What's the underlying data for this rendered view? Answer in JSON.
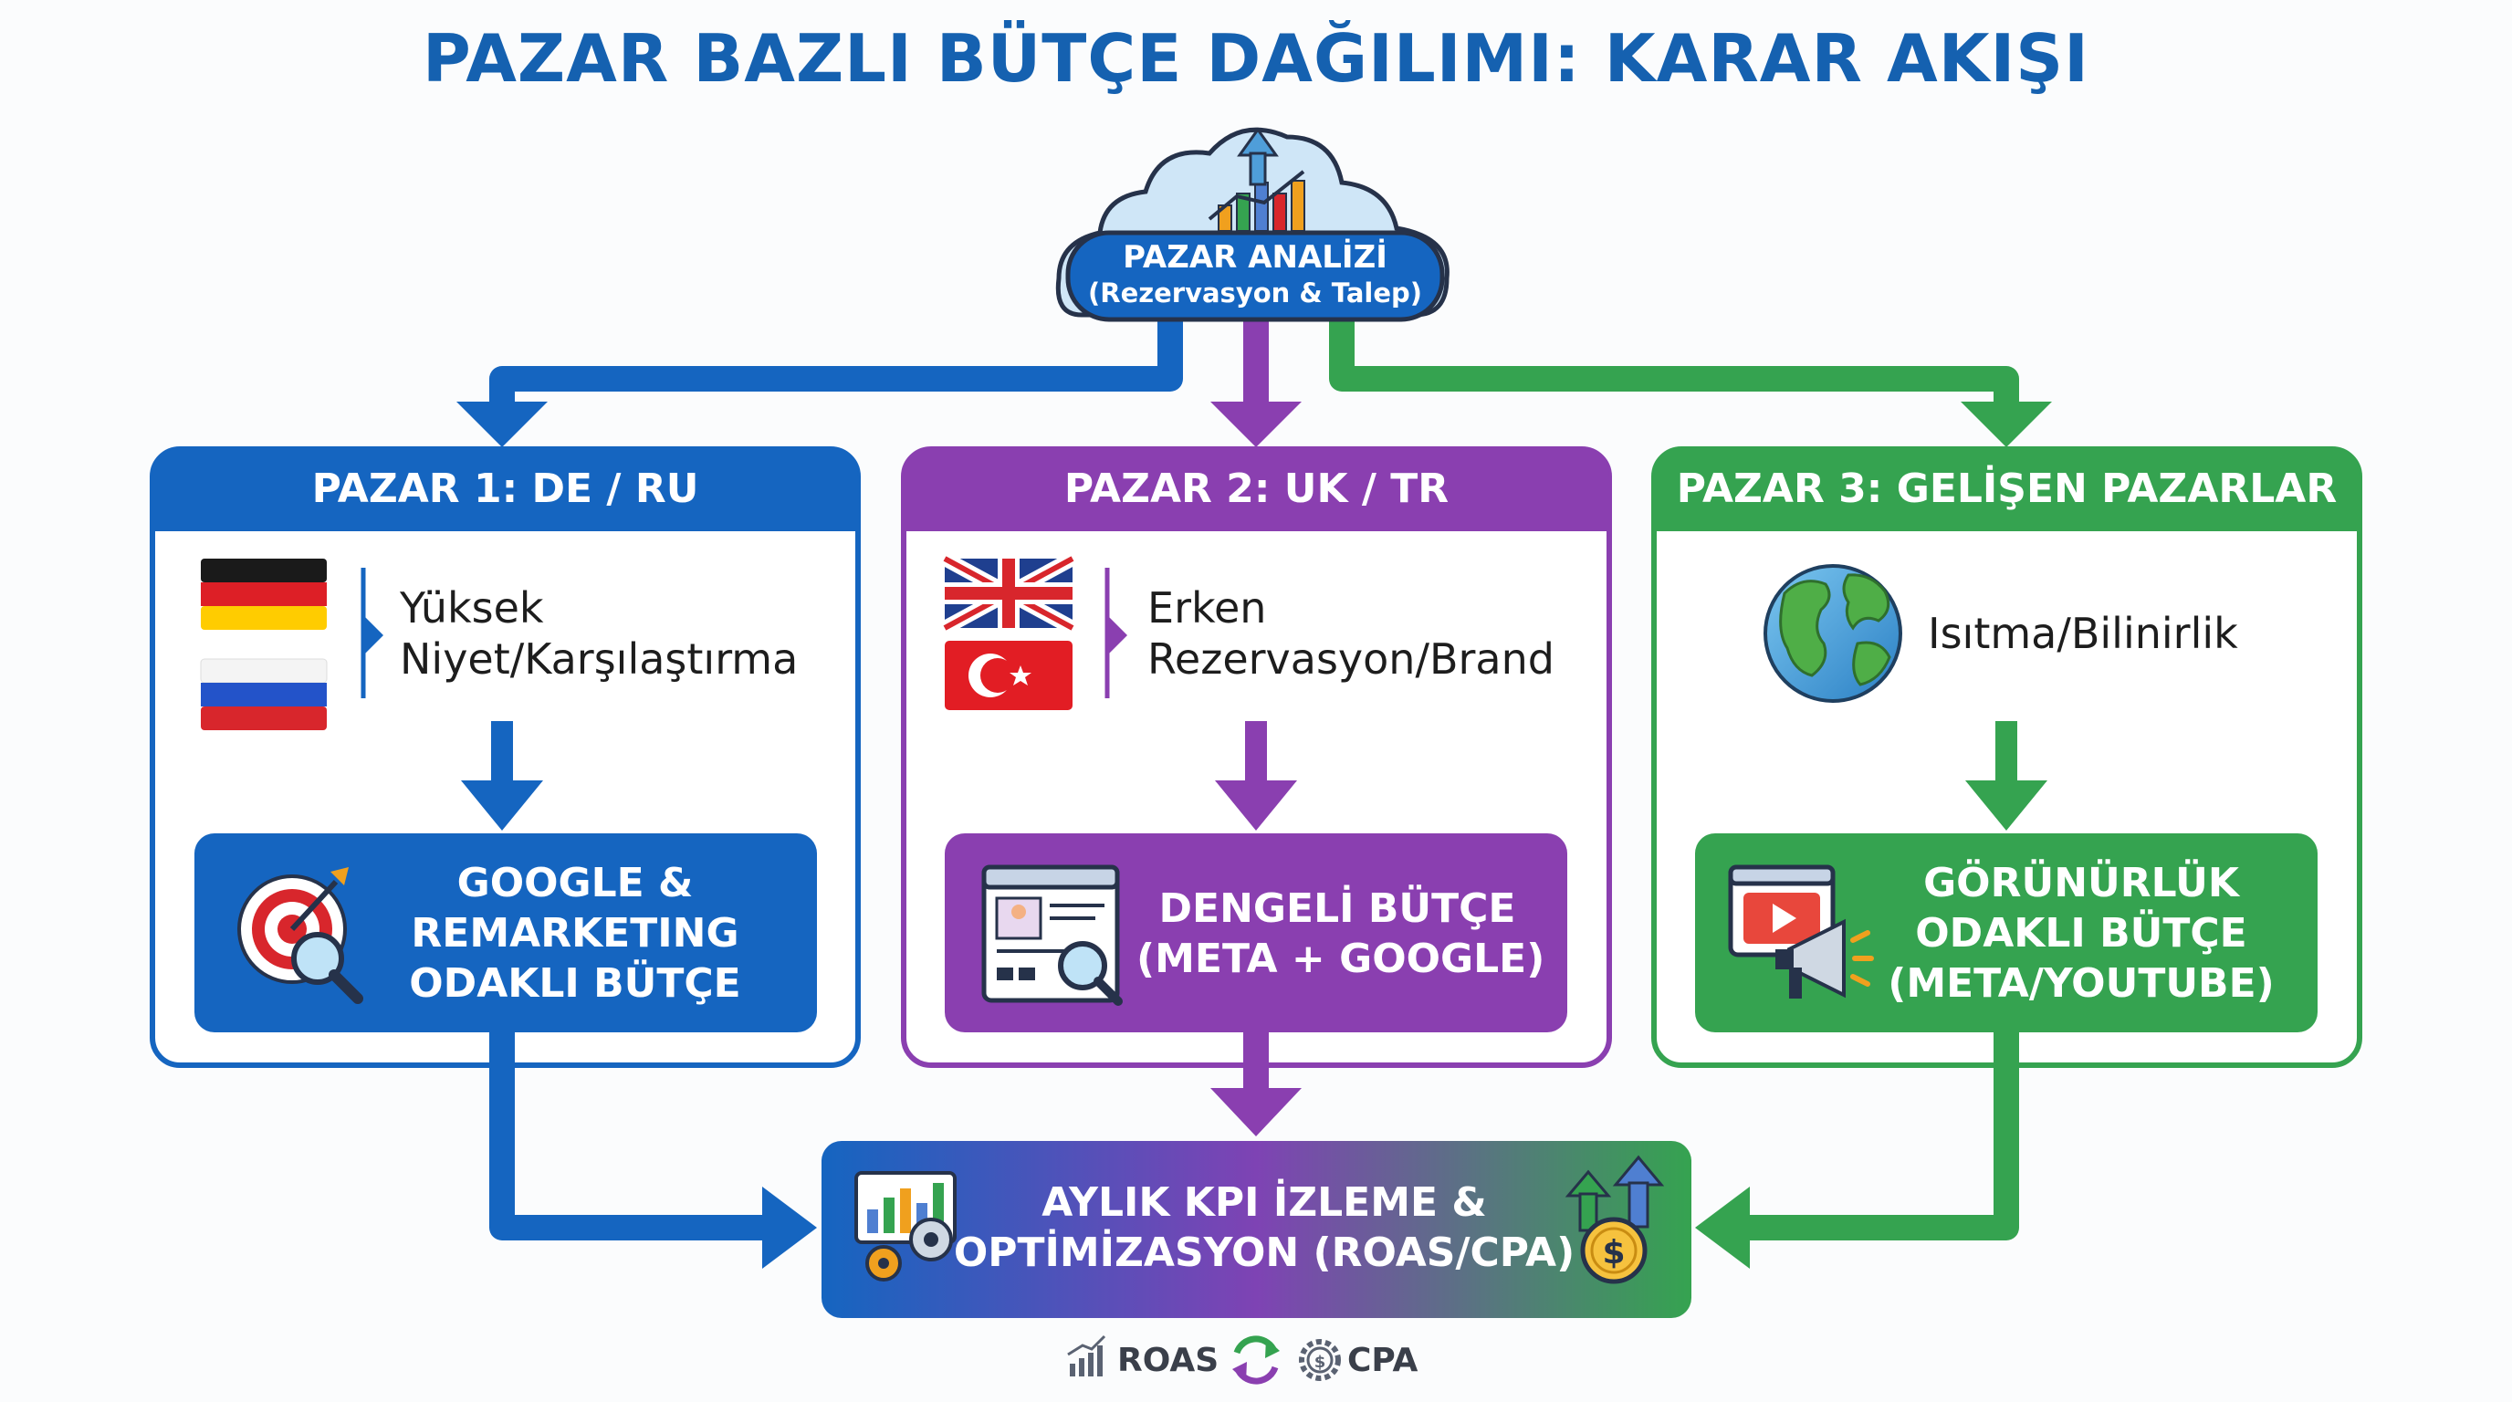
{
  "title": "PAZAR BAZLI BÜTÇE DAĞILIMI: KARAR AKIŞI",
  "root": {
    "line1": "PAZAR ANALİZİ",
    "line2": "(Rezervasyon & Talep)"
  },
  "markets": [
    {
      "header": "PAZAR 1: DE / RU",
      "desc_line1": "Yüksek",
      "desc_line2": "Niyet/Karşılaştırma",
      "action_line1": "GOOGLE &",
      "action_line2": "REMARKETING",
      "action_line3": "ODAKLI BÜTÇE",
      "color": "#1565c0"
    },
    {
      "header": "PAZAR 2: UK / TR",
      "desc_line1": "Erken",
      "desc_line2": "Rezervasyon/Brand",
      "action_line1": "DENGELİ BÜTÇE",
      "action_line2": "(META + GOOGLE)",
      "color": "#8a3fb0"
    },
    {
      "header": "PAZAR 3: GELİŞEN PAZARLAR",
      "desc_line1": "Isıtma/Bilinirlik",
      "action_line1": "GÖRÜNÜRLÜK",
      "action_line2": "ODAKLI BÜTÇE",
      "action_line3": "(META/YOUTUBE)",
      "color": "#35a350"
    }
  ],
  "kpi": {
    "line1": "AYLIK KPI İZLEME &",
    "line2": "OPTİMİZASYON (ROAS/CPA)"
  },
  "legend": {
    "roas": "ROAS",
    "cpa": "CPA"
  }
}
